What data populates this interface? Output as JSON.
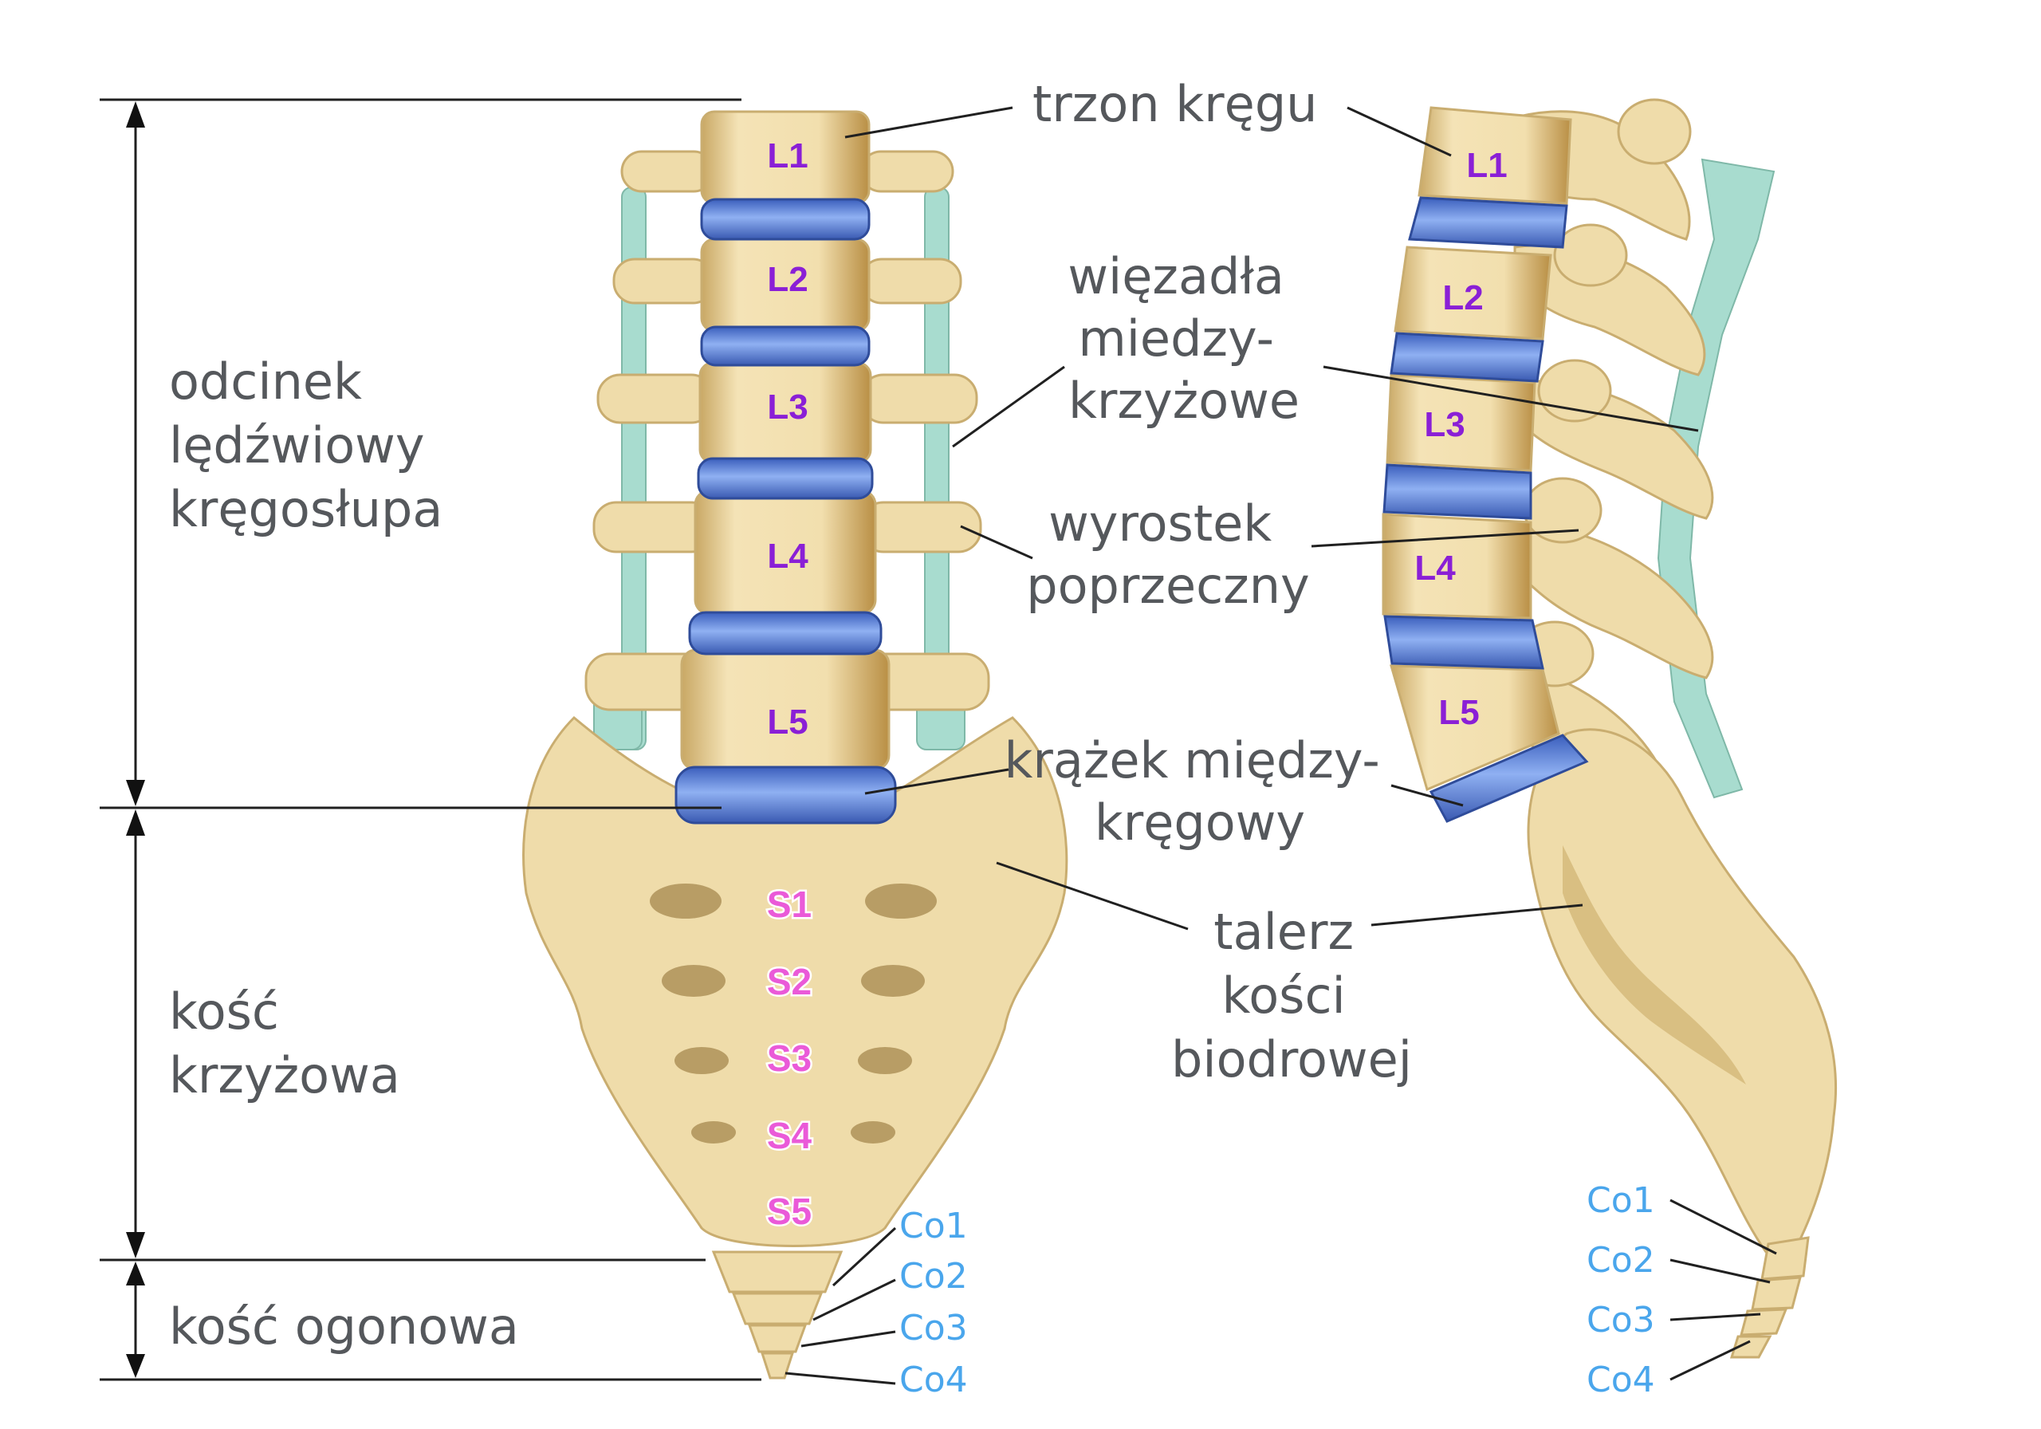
{
  "section_labels": {
    "lumbar": [
      "odcinek",
      "lędźwiowy",
      "kręgosłupa"
    ],
    "sacrum": [
      "kość",
      "krzyżowa"
    ],
    "coccyx": "kość ogonowa"
  },
  "part_labels": {
    "vertebral_body": "trzon kręgu",
    "ligaments": [
      "więzadła",
      "miedzy-",
      "krzyżowe"
    ],
    "transverse_process": [
      "wyrostek",
      "poprzeczny"
    ],
    "disc": [
      "krążek między-",
      "kręgowy"
    ],
    "iliac_plate": [
      "talerz",
      "kości",
      "biodrowej"
    ]
  },
  "front_view": {
    "lumbar": [
      "L1",
      "L2",
      "L3",
      "L4",
      "L5"
    ],
    "sacral": [
      "S1",
      "S2",
      "S3",
      "S4",
      "S5"
    ],
    "coccygeal": [
      "Co1",
      "Co2",
      "Co3",
      "Co4"
    ]
  },
  "side_view": {
    "lumbar": [
      "L1",
      "L2",
      "L3",
      "L4",
      "L5"
    ],
    "coccygeal": [
      "Co1",
      "Co2",
      "Co3",
      "Co4"
    ]
  },
  "colors": {
    "bone": "#efdcaa",
    "disc": "#4f74cc",
    "ligament": "#a8dccf",
    "lumbar_text": "#8a1fd6",
    "sacral_text": "#ea5ad8",
    "coccyx_text": "#4aa6ec",
    "label_text": "#55585c"
  }
}
